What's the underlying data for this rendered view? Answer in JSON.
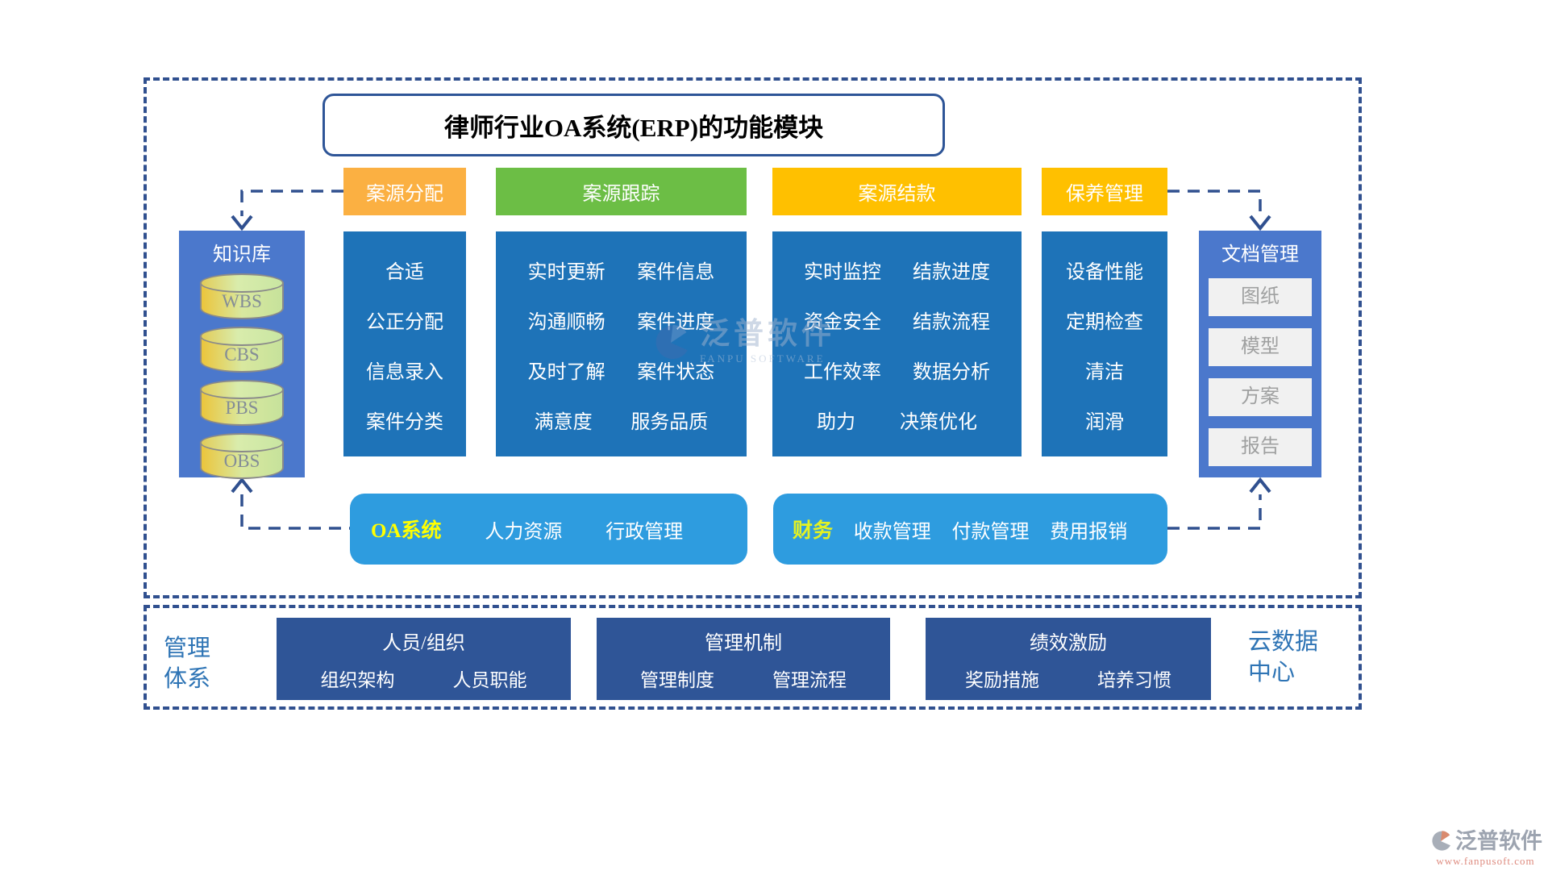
{
  "title": "律师行业OA系统(ERP)的功能模块",
  "knowledge_panel": {
    "title": "知识库",
    "cylinders": [
      "WBS",
      "CBS",
      "PBS",
      "OBS"
    ]
  },
  "document_panel": {
    "title": "文档管理",
    "items": [
      "图纸",
      "模型",
      "方案",
      "报告"
    ]
  },
  "modules": [
    {
      "header": "案源分配",
      "header_color": "#FBB042",
      "rows": [
        [
          "合适"
        ],
        [
          "公正分配"
        ],
        [
          "信息录入"
        ],
        [
          "案件分类"
        ]
      ]
    },
    {
      "header": "案源跟踪",
      "header_color": "#6CBE45",
      "rows": [
        [
          "实时更新",
          "案件信息"
        ],
        [
          "沟通顺畅",
          "案件进度"
        ],
        [
          "及时了解",
          "案件状态"
        ],
        [
          "满意度",
          "服务品质"
        ]
      ]
    },
    {
      "header": "案源结款",
      "header_color": "#FFC000",
      "rows": [
        [
          "实时监控",
          "结款进度"
        ],
        [
          "资金安全",
          "结款流程"
        ],
        [
          "工作效率",
          "数据分析"
        ],
        [
          "助力",
          "决策优化"
        ]
      ]
    },
    {
      "header": "保养管理",
      "header_color": "#FFC000",
      "rows": [
        [
          "设备性能"
        ],
        [
          "定期检查"
        ],
        [
          "清洁"
        ],
        [
          "润滑"
        ]
      ]
    }
  ],
  "oa_bar": {
    "label": "OA系统",
    "label_color": "#FFFF00",
    "items": [
      "人力资源",
      "行政管理"
    ]
  },
  "finance_bar": {
    "label": "财务",
    "label_color": "#E4F222",
    "items": [
      "收款管理",
      "付款管理",
      "费用报销"
    ]
  },
  "bottom_section": {
    "left_label": {
      "line1": "管理",
      "line2": "体系"
    },
    "right_label": {
      "line1": "云数据",
      "line2": "中心"
    },
    "boxes": [
      {
        "title": "人员/组织",
        "items": [
          "组织架构",
          "人员职能"
        ]
      },
      {
        "title": "管理机制",
        "items": [
          "管理制度",
          "管理流程"
        ]
      },
      {
        "title": "绩效激励",
        "items": [
          "奖励措施",
          "培养习惯"
        ]
      }
    ]
  },
  "watermark": {
    "name": "泛普软件",
    "sub": "FANPU SOFTWARE"
  },
  "logo": {
    "name": "泛普软件",
    "url": "www.fanpusoft.com"
  },
  "colors": {
    "module_body_blue": "#1E73B8",
    "panel_blue": "#4B78CC",
    "bar_blue": "#2E9CDF",
    "bottom_box_blue": "#2F5597",
    "frame_dash_blue": "#30508F",
    "title_border_blue": "#2E5597",
    "header_orange": "#FBB042",
    "header_green": "#6CBE45",
    "header_gold": "#FFC000",
    "side_label_blue": "#2E74B5",
    "doc_item_bg": "#F1F1F1",
    "doc_item_text": "#9FA0A0"
  }
}
